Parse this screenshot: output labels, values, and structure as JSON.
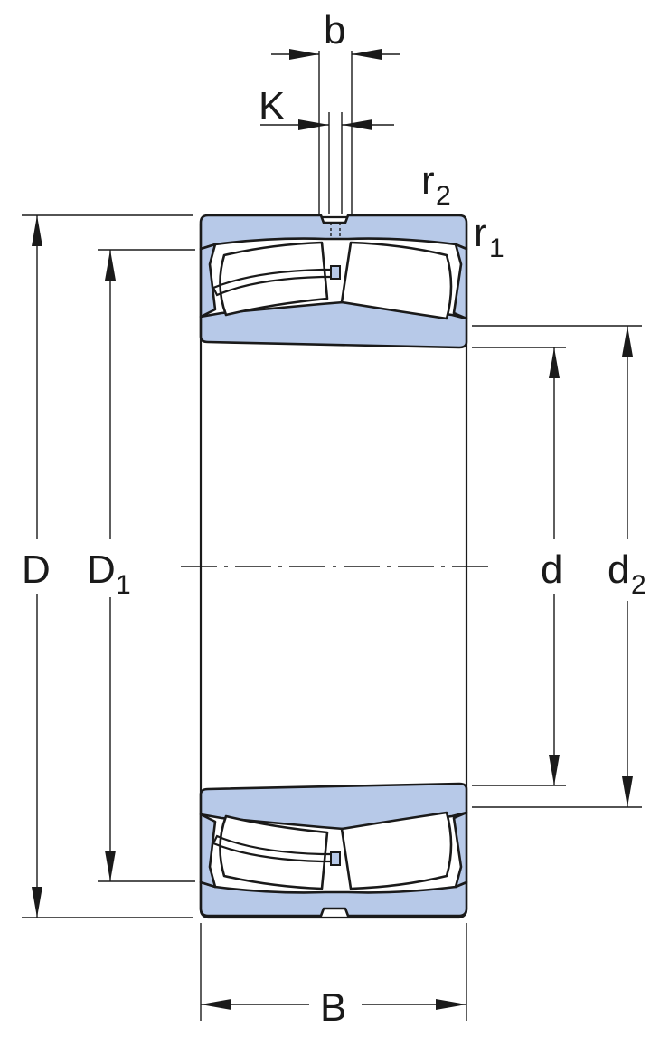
{
  "diagram": {
    "labels": {
      "b": "b",
      "K": "K",
      "r2_main": "r",
      "r2_sub": "2",
      "r1_main": "r",
      "r1_sub": "1",
      "D": "D",
      "D1_main": "D",
      "D1_sub": "1",
      "d": "d",
      "d2_main": "d",
      "d2_sub": "2",
      "B": "B"
    },
    "colors": {
      "part_fill": "#b7c9e8",
      "line": "#1a1a1a",
      "background": "#ffffff"
    }
  }
}
